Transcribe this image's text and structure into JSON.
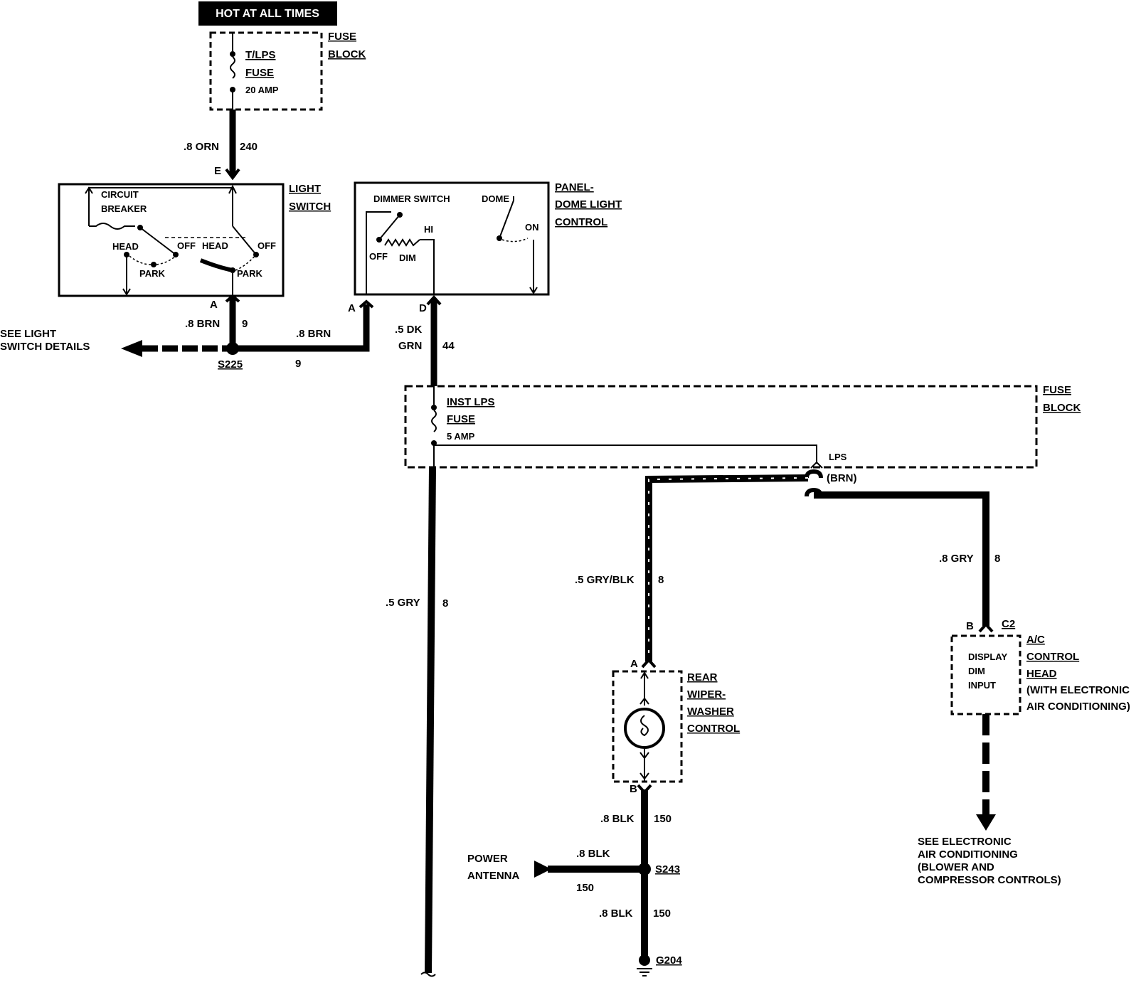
{
  "banner": {
    "hot": "HOT AT ALL TIMES"
  },
  "fuse_block_top": {
    "title_1": "FUSE",
    "title_2": "BLOCK",
    "fuse_1": "T/LPS",
    "fuse_2": "FUSE",
    "rating": "20 AMP"
  },
  "wire_240": {
    "label": ".8 ORN",
    "circuit": "240",
    "pin": "E"
  },
  "light_switch": {
    "title_1": "LIGHT",
    "title_2": "SWITCH",
    "breaker_1": "CIRCUIT",
    "breaker_2": "BREAKER",
    "head_1": "HEAD",
    "off_1": "OFF",
    "park_1": "PARK",
    "head_2": "HEAD",
    "off_2": "OFF",
    "park_2": "PARK",
    "pin": "A"
  },
  "wire_9_a": {
    "label": ".8 BRN",
    "circuit": "9"
  },
  "wire_9_b": {
    "label": ".8 BRN",
    "circuit": "9"
  },
  "splice_s225": "S225",
  "see_light": {
    "line1": "SEE LIGHT",
    "line2": "SWITCH DETAILS"
  },
  "panel_control": {
    "title_1": "PANEL-",
    "title_2": "DOME LIGHT",
    "title_3": "CONTROL",
    "dimmer": "DIMMER SWITCH",
    "dome": "DOME",
    "on": "ON",
    "hi": "HI",
    "off": "OFF",
    "dim": "DIM",
    "pin_a": "A",
    "pin_d": "D"
  },
  "wire_44": {
    "label_1": ".5 DK",
    "label_2": "GRN",
    "circuit": "44"
  },
  "fuse_block_inst": {
    "title_1": "FUSE",
    "title_2": "BLOCK",
    "fuse_1": "INST LPS",
    "fuse_2": "FUSE",
    "rating": "5 AMP",
    "lps": "LPS",
    "brn": "(BRN)"
  },
  "wire_gry_main": {
    "label": ".5 GRY",
    "circuit": "8"
  },
  "wire_gryblk": {
    "label": ".5 GRY/BLK",
    "circuit": "8"
  },
  "wire_gry_ac": {
    "label": ".8 GRY",
    "circuit": "8"
  },
  "rear_wiper": {
    "title_1": "REAR",
    "title_2": "WIPER-",
    "title_3": "WASHER",
    "title_4": "CONTROL",
    "pin_a": "A",
    "pin_b": "B"
  },
  "ac_head": {
    "pin": "B",
    "connector": "C2",
    "body_1": "DISPLAY",
    "body_2": "DIM",
    "body_3": "INPUT",
    "title_1": "A/C",
    "title_2": "CONTROL",
    "title_3": "HEAD",
    "title_4": "(WITH ELECTRONIC",
    "title_5": "AIR CONDITIONING)"
  },
  "see_ac": {
    "line1": "SEE ELECTRONIC",
    "line2": "AIR CONDITIONING",
    "line3": "(BLOWER AND",
    "line4": "COMPRESSOR CONTROLS)"
  },
  "wire_150_a": {
    "label": ".8 BLK",
    "circuit": "150"
  },
  "wire_150_ant": {
    "label": ".8 BLK",
    "circuit": "150"
  },
  "wire_150_b": {
    "label": ".8 BLK",
    "circuit": "150"
  },
  "power_antenna": {
    "line1": "POWER",
    "line2": "ANTENNA"
  },
  "splice_s243": "S243",
  "ground_g204": "G204"
}
